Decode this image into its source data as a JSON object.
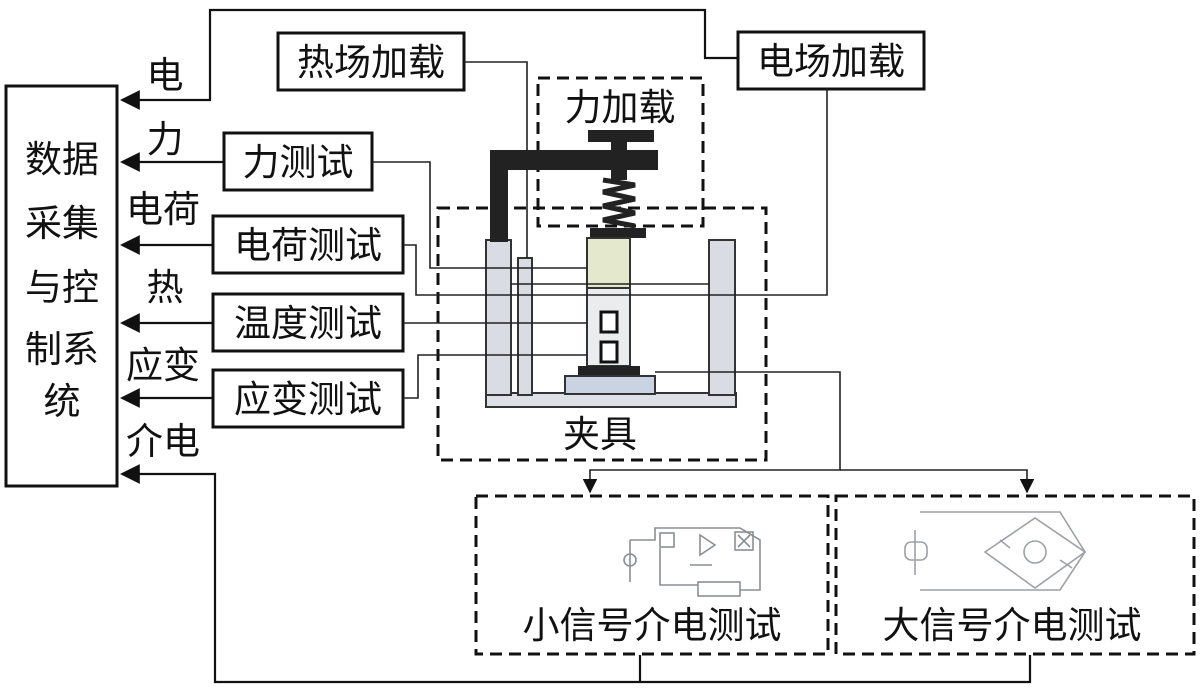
{
  "system": {
    "lines": [
      "数据",
      "采集",
      "与控",
      "制系",
      "统"
    ]
  },
  "signals": {
    "electric": "电",
    "force": "力",
    "charge": "电荷",
    "heat": "热",
    "strain": "应变",
    "dielectric": "介电"
  },
  "tests": {
    "force_test": "力测试",
    "charge_test": "电荷测试",
    "temperature_test": "温度测试",
    "strain_test": "应变测试"
  },
  "loads": {
    "thermal_field": "热场加载",
    "electric_field": "电场加载",
    "force_load": "力加载"
  },
  "fixture": {
    "label": "夹具"
  },
  "dielectric": {
    "small_signal": "小信号介电测试",
    "large_signal": "大信号介电测试"
  },
  "colors": {
    "line": "#111111",
    "pillar": "#d9dde3",
    "sample": "#e4e8cc",
    "base": "#c9d3e2"
  }
}
